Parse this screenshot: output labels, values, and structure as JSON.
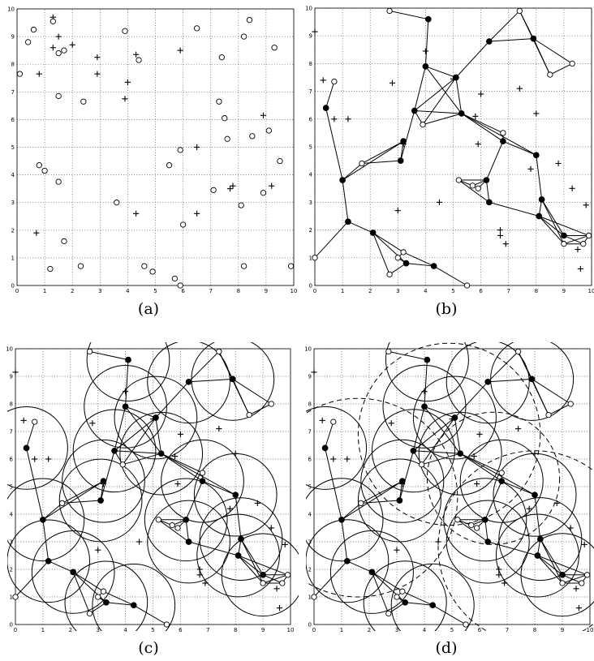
{
  "panels": [
    {
      "id": "a",
      "caption": "(a)",
      "show_edges": false,
      "show_circles": false,
      "show_dashed": false
    },
    {
      "id": "b",
      "caption": "(b)",
      "show_edges": true,
      "show_circles": false,
      "show_dashed": false
    },
    {
      "id": "c",
      "caption": "(c)",
      "show_edges": true,
      "show_circles": true,
      "show_dashed": false
    },
    {
      "id": "d",
      "caption": "(d)",
      "show_edges": true,
      "show_circles": true,
      "show_dashed": true
    }
  ],
  "axis": {
    "x_ticks": [
      "0",
      "1",
      "2",
      "3",
      "4",
      "5",
      "6",
      "7",
      "8",
      "9",
      "10"
    ],
    "y_ticks": [
      "0",
      "1",
      "2",
      "3",
      "4",
      "5",
      "6",
      "7",
      "8",
      "9",
      "10"
    ],
    "range": [
      0,
      10
    ]
  },
  "panel_a": {
    "circles": [
      [
        0.1,
        7.65
      ],
      [
        0.4,
        8.8
      ],
      [
        0.6,
        9.25
      ],
      [
        1.3,
        9.55
      ],
      [
        1.5,
        8.4
      ],
      [
        1.7,
        8.5
      ],
      [
        1.5,
        6.85
      ],
      [
        0.8,
        4.35
      ],
      [
        1.0,
        4.15
      ],
      [
        1.5,
        3.75
      ],
      [
        1.7,
        1.6
      ],
      [
        1.2,
        0.6
      ],
      [
        2.3,
        0.7
      ],
      [
        2.4,
        6.65
      ],
      [
        3.9,
        9.2
      ],
      [
        4.4,
        8.15
      ],
      [
        6.5,
        9.3
      ],
      [
        5.9,
        4.9
      ],
      [
        5.5,
        4.35
      ],
      [
        6.0,
        2.2
      ],
      [
        7.3,
        6.65
      ],
      [
        7.4,
        8.25
      ],
      [
        7.5,
        6.05
      ],
      [
        7.6,
        5.3
      ],
      [
        8.5,
        5.4
      ],
      [
        7.1,
        3.45
      ],
      [
        8.1,
        2.9
      ],
      [
        8.9,
        3.35
      ],
      [
        9.3,
        8.6
      ],
      [
        9.1,
        5.6
      ],
      [
        9.5,
        4.5
      ],
      [
        8.2,
        0.7
      ],
      [
        8.2,
        9.0
      ],
      [
        8.4,
        9.6
      ],
      [
        4.6,
        0.7
      ],
      [
        4.9,
        0.5
      ],
      [
        5.7,
        0.25
      ],
      [
        5.9,
        0.0
      ],
      [
        9.9,
        0.7
      ],
      [
        3.6,
        3.0
      ]
    ],
    "pluses": [
      [
        1.3,
        9.7
      ],
      [
        1.5,
        9.0
      ],
      [
        1.3,
        8.6
      ],
      [
        2.0,
        8.7
      ],
      [
        0.8,
        7.65
      ],
      [
        2.9,
        8.25
      ],
      [
        2.9,
        7.65
      ],
      [
        3.9,
        6.75
      ],
      [
        4.0,
        7.35
      ],
      [
        4.3,
        8.35
      ],
      [
        5.9,
        8.5
      ],
      [
        6.5,
        5.0
      ],
      [
        6.5,
        2.6
      ],
      [
        4.3,
        2.6
      ],
      [
        0.7,
        1.9
      ],
      [
        7.8,
        3.6
      ],
      [
        7.7,
        3.5
      ],
      [
        9.2,
        3.6
      ],
      [
        8.9,
        6.15
      ]
    ]
  },
  "network": {
    "filled": [
      [
        4.1,
        9.6
      ],
      [
        6.3,
        8.8
      ],
      [
        7.9,
        8.9
      ],
      [
        4.0,
        7.9
      ],
      [
        5.1,
        7.5
      ],
      [
        0.4,
        6.4
      ],
      [
        3.6,
        6.3
      ],
      [
        5.3,
        6.2
      ],
      [
        3.2,
        5.2
      ],
      [
        6.8,
        5.2
      ],
      [
        3.1,
        4.5
      ],
      [
        8.0,
        4.7
      ],
      [
        1.0,
        3.8
      ],
      [
        6.2,
        3.8
      ],
      [
        6.3,
        3.0
      ],
      [
        8.2,
        3.1
      ],
      [
        1.2,
        2.3
      ],
      [
        8.1,
        2.5
      ],
      [
        2.1,
        1.9
      ],
      [
        9.0,
        1.8
      ],
      [
        3.3,
        0.8
      ],
      [
        4.3,
        0.7
      ]
    ],
    "open": [
      [
        2.7,
        9.9
      ],
      [
        7.4,
        9.9
      ],
      [
        9.3,
        8.0
      ],
      [
        8.5,
        7.6
      ],
      [
        0.7,
        7.35
      ],
      [
        3.9,
        5.8
      ],
      [
        6.8,
        5.5
      ],
      [
        1.7,
        4.4
      ],
      [
        5.2,
        3.8
      ],
      [
        5.7,
        3.6
      ],
      [
        5.9,
        3.5
      ],
      [
        9.9,
        1.8
      ],
      [
        9.0,
        1.5
      ],
      [
        9.7,
        1.5
      ],
      [
        3.2,
        1.2
      ],
      [
        3.0,
        1.0
      ],
      [
        2.7,
        0.4
      ],
      [
        0.0,
        1.0
      ],
      [
        5.5,
        0.0
      ]
    ],
    "pluses": [
      [
        0.0,
        9.15
      ],
      [
        0.3,
        7.4
      ],
      [
        4.0,
        8.45
      ],
      [
        5.0,
        7.45
      ],
      [
        2.8,
        7.3
      ],
      [
        1.2,
        6.0
      ],
      [
        0.7,
        6.0
      ],
      [
        6.0,
        6.9
      ],
      [
        5.8,
        6.1
      ],
      [
        7.4,
        7.1
      ],
      [
        8.0,
        6.2
      ],
      [
        3.2,
        5.1
      ],
      [
        5.9,
        5.1
      ],
      [
        3.0,
        2.7
      ],
      [
        4.5,
        3.0
      ],
      [
        6.7,
        1.8
      ],
      [
        6.9,
        1.5
      ],
      [
        6.7,
        2.0
      ],
      [
        7.8,
        4.2
      ],
      [
        8.8,
        4.4
      ],
      [
        9.3,
        3.5
      ],
      [
        9.8,
        2.9
      ],
      [
        9.5,
        1.3
      ],
      [
        9.6,
        0.6
      ]
    ],
    "edges": [
      [
        [
          2.7,
          9.9
        ],
        [
          4.1,
          9.6
        ]
      ],
      [
        [
          4.1,
          9.6
        ],
        [
          4.0,
          7.9
        ]
      ],
      [
        [
          4.0,
          7.9
        ],
        [
          3.6,
          6.3
        ]
      ],
      [
        [
          4.0,
          7.9
        ],
        [
          5.1,
          7.5
        ]
      ],
      [
        [
          4.0,
          7.9
        ],
        [
          5.3,
          6.2
        ]
      ],
      [
        [
          5.1,
          7.5
        ],
        [
          3.6,
          6.3
        ]
      ],
      [
        [
          5.1,
          7.5
        ],
        [
          5.3,
          6.2
        ]
      ],
      [
        [
          5.1,
          7.5
        ],
        [
          6.3,
          8.8
        ]
      ],
      [
        [
          6.3,
          8.8
        ],
        [
          7.9,
          8.9
        ]
      ],
      [
        [
          6.3,
          8.8
        ],
        [
          7.4,
          9.9
        ]
      ],
      [
        [
          7.9,
          8.9
        ],
        [
          7.4,
          9.9
        ]
      ],
      [
        [
          7.9,
          8.9
        ],
        [
          9.3,
          8.0
        ]
      ],
      [
        [
          7.9,
          8.9
        ],
        [
          8.5,
          7.6
        ]
      ],
      [
        [
          9.3,
          8.0
        ],
        [
          8.5,
          7.6
        ]
      ],
      [
        [
          7.4,
          9.9
        ],
        [
          8.5,
          7.6
        ]
      ],
      [
        [
          0.4,
          6.4
        ],
        [
          0.7,
          7.35
        ]
      ],
      [
        [
          0.4,
          6.4
        ],
        [
          1.0,
          3.8
        ]
      ],
      [
        [
          3.6,
          6.3
        ],
        [
          3.9,
          5.8
        ]
      ],
      [
        [
          3.6,
          6.3
        ],
        [
          5.3,
          6.2
        ]
      ],
      [
        [
          3.6,
          6.3
        ],
        [
          3.1,
          4.5
        ]
      ],
      [
        [
          3.9,
          5.8
        ],
        [
          5.1,
          7.5
        ]
      ],
      [
        [
          3.9,
          5.8
        ],
        [
          5.3,
          6.2
        ]
      ],
      [
        [
          5.3,
          6.2
        ],
        [
          6.8,
          5.2
        ]
      ],
      [
        [
          5.3,
          6.2
        ],
        [
          6.8,
          5.5
        ]
      ],
      [
        [
          5.3,
          6.2
        ],
        [
          8.0,
          4.7
        ]
      ],
      [
        [
          6.8,
          5.5
        ],
        [
          6.8,
          5.2
        ]
      ],
      [
        [
          6.8,
          5.2
        ],
        [
          8.0,
          4.7
        ]
      ],
      [
        [
          6.8,
          5.2
        ],
        [
          6.2,
          3.8
        ]
      ],
      [
        [
          3.2,
          5.2
        ],
        [
          1.0,
          3.8
        ]
      ],
      [
        [
          3.2,
          5.2
        ],
        [
          1.7,
          4.4
        ]
      ],
      [
        [
          3.2,
          5.2
        ],
        [
          3.1,
          4.5
        ]
      ],
      [
        [
          1.7,
          4.4
        ],
        [
          3.1,
          4.5
        ]
      ],
      [
        [
          1.7,
          4.4
        ],
        [
          1.0,
          3.8
        ]
      ],
      [
        [
          1.0,
          3.8
        ],
        [
          1.2,
          2.3
        ]
      ],
      [
        [
          1.2,
          2.3
        ],
        [
          0.0,
          1.0
        ]
      ],
      [
        [
          1.2,
          2.3
        ],
        [
          2.1,
          1.9
        ]
      ],
      [
        [
          2.1,
          1.9
        ],
        [
          2.7,
          0.4
        ]
      ],
      [
        [
          2.1,
          1.9
        ],
        [
          3.3,
          0.8
        ]
      ],
      [
        [
          2.1,
          1.9
        ],
        [
          3.2,
          1.2
        ]
      ],
      [
        [
          3.3,
          0.8
        ],
        [
          4.3,
          0.7
        ]
      ],
      [
        [
          3.3,
          0.8
        ],
        [
          3.0,
          1.0
        ]
      ],
      [
        [
          3.3,
          0.8
        ],
        [
          2.7,
          0.4
        ]
      ],
      [
        [
          4.3,
          0.7
        ],
        [
          5.5,
          0.0
        ]
      ],
      [
        [
          4.3,
          0.7
        ],
        [
          3.2,
          1.2
        ]
      ],
      [
        [
          3.2,
          1.2
        ],
        [
          3.0,
          1.0
        ]
      ],
      [
        [
          5.2,
          3.8
        ],
        [
          6.2,
          3.8
        ]
      ],
      [
        [
          5.2,
          3.8
        ],
        [
          5.7,
          3.6
        ]
      ],
      [
        [
          5.2,
          3.8
        ],
        [
          6.3,
          3.0
        ]
      ],
      [
        [
          5.7,
          3.6
        ],
        [
          6.2,
          3.8
        ]
      ],
      [
        [
          5.9,
          3.5
        ],
        [
          6.2,
          3.8
        ]
      ],
      [
        [
          6.2,
          3.8
        ],
        [
          6.3,
          3.0
        ]
      ],
      [
        [
          6.3,
          3.0
        ],
        [
          8.1,
          2.5
        ]
      ],
      [
        [
          8.0,
          4.7
        ],
        [
          8.2,
          3.1
        ]
      ],
      [
        [
          8.2,
          3.1
        ],
        [
          8.1,
          2.5
        ]
      ],
      [
        [
          8.2,
          3.1
        ],
        [
          9.0,
          1.8
        ]
      ],
      [
        [
          8.2,
          3.1
        ],
        [
          9.0,
          1.5
        ]
      ],
      [
        [
          8.1,
          2.5
        ],
        [
          9.0,
          1.8
        ]
      ],
      [
        [
          8.1,
          2.5
        ],
        [
          9.9,
          1.8
        ]
      ],
      [
        [
          8.1,
          2.5
        ],
        [
          9.0,
          1.5
        ]
      ],
      [
        [
          9.0,
          1.8
        ],
        [
          9.9,
          1.8
        ]
      ],
      [
        [
          9.0,
          1.8
        ],
        [
          9.7,
          1.5
        ]
      ],
      [
        [
          9.0,
          1.5
        ],
        [
          9.9,
          1.8
        ]
      ],
      [
        [
          9.0,
          1.5
        ],
        [
          9.7,
          1.5
        ]
      ],
      [
        [
          9.7,
          1.5
        ],
        [
          9.9,
          1.8
        ]
      ]
    ],
    "circle_radius": 1.5,
    "circle_centers": [
      [
        4.1,
        9.6
      ],
      [
        6.3,
        8.8
      ],
      [
        7.9,
        8.9
      ],
      [
        4.0,
        7.9
      ],
      [
        5.1,
        7.5
      ],
      [
        0.4,
        6.4
      ],
      [
        3.6,
        6.3
      ],
      [
        5.3,
        6.2
      ],
      [
        3.2,
        5.2
      ],
      [
        6.8,
        5.2
      ],
      [
        3.1,
        4.5
      ],
      [
        8.0,
        4.7
      ],
      [
        1.0,
        3.8
      ],
      [
        6.2,
        3.8
      ],
      [
        6.3,
        3.0
      ],
      [
        8.2,
        3.1
      ],
      [
        1.2,
        2.3
      ],
      [
        8.1,
        2.5
      ],
      [
        2.1,
        1.9
      ],
      [
        9.0,
        1.8
      ],
      [
        3.3,
        0.8
      ],
      [
        4.3,
        0.7
      ]
    ],
    "dashed_circles": [
      [
        1.6,
        4.6,
        3.6
      ],
      [
        4.9,
        6.9,
        3.3
      ],
      [
        8.0,
        2.8,
        3.5
      ],
      [
        6.5,
        5.3,
        2.4
      ]
    ]
  }
}
